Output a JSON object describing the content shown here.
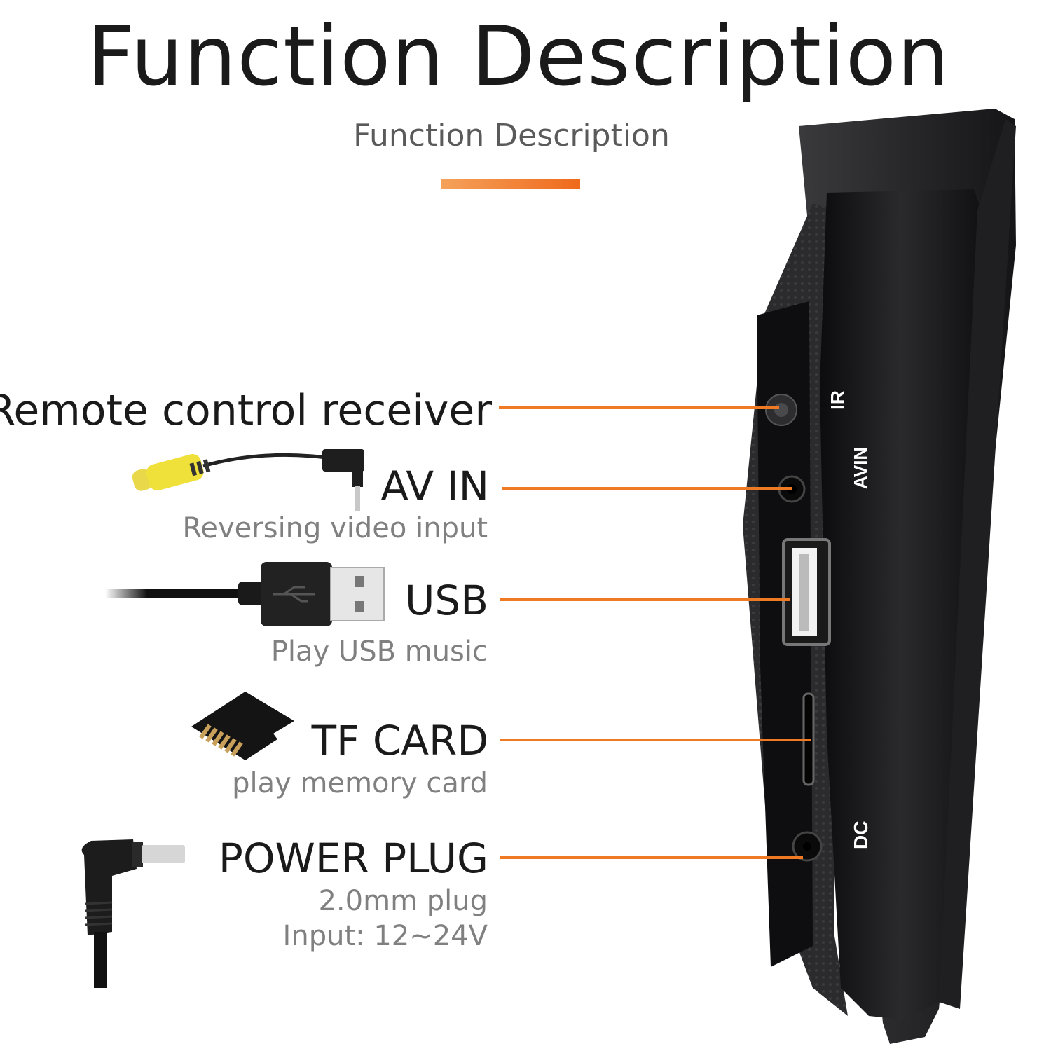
{
  "header": {
    "title": "Function Description",
    "subtitle": "Function Description"
  },
  "colors": {
    "accent": "#f07a24",
    "device": "#1c1c1e",
    "text": "#1a1a1a",
    "muted": "#808080"
  },
  "features": [
    {
      "label": "Remote control receiver",
      "port_mark": "IR"
    },
    {
      "label": "AV IN",
      "description": "Reversing video input",
      "port_mark": "AVIN",
      "accessory_icon": "rca-cable-icon"
    },
    {
      "label": "USB",
      "description": "Play USB music",
      "accessory_icon": "usb-cable-icon"
    },
    {
      "label": "TF CARD",
      "description": "play memory card",
      "accessory_icon": "micro-sd-card-icon"
    },
    {
      "label": "POWER PLUG",
      "description_lines": [
        "2.0mm plug",
        "Input: 12~24V"
      ],
      "port_mark": "DC",
      "accessory_icon": "dc-plug-icon"
    }
  ]
}
